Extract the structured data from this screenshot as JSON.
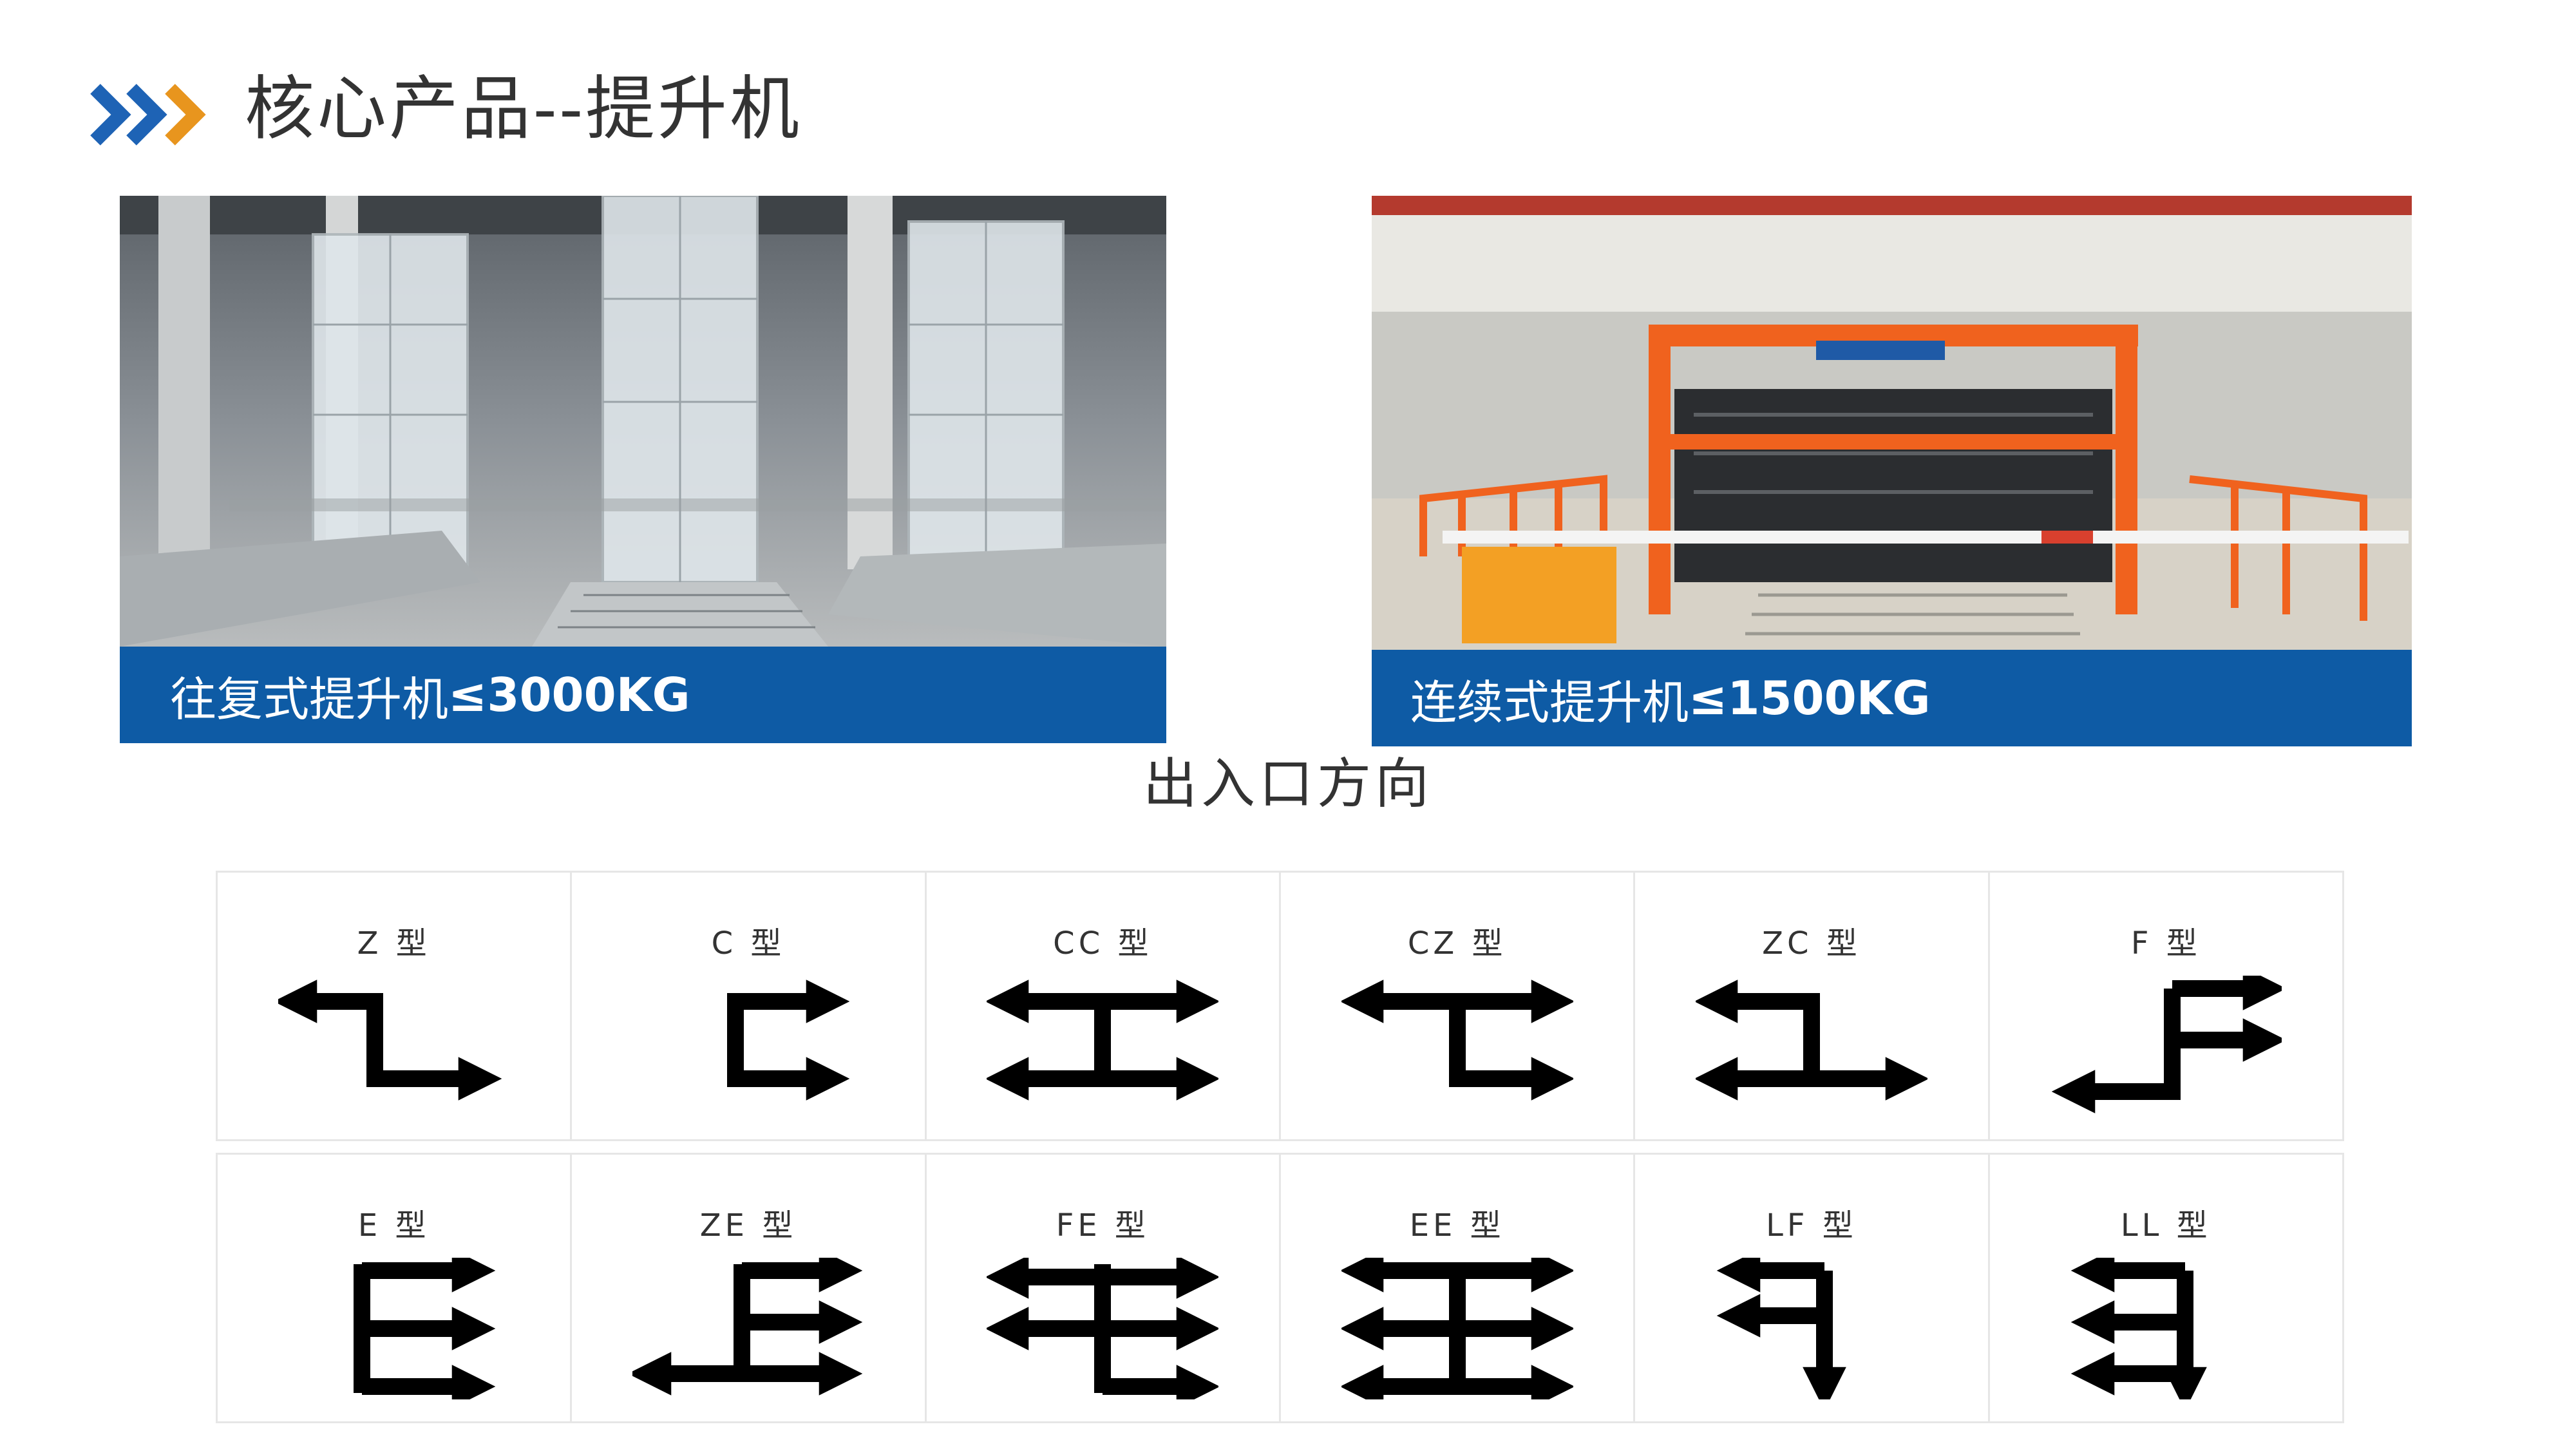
{
  "header": {
    "title": "核心产品--提升机",
    "accent_colors": [
      "#1E63B5",
      "#E8951E"
    ]
  },
  "photos": [
    {
      "caption_prefix": "往复式提升机",
      "caption_value": "≤3000KG"
    },
    {
      "caption_prefix": "连续式提升机",
      "caption_value": "≤1500KG"
    }
  ],
  "section": {
    "title": "出入口方向"
  },
  "types": [
    {
      "label": "Z 型",
      "icon": "z-type-arrow-icon"
    },
    {
      "label": "C 型",
      "icon": "c-type-arrow-icon"
    },
    {
      "label": "CC 型",
      "icon": "cc-type-arrow-icon"
    },
    {
      "label": "CZ 型",
      "icon": "cz-type-arrow-icon"
    },
    {
      "label": "ZC 型",
      "icon": "zc-type-arrow-icon"
    },
    {
      "label": "F 型",
      "icon": "f-type-arrow-icon"
    },
    {
      "label": "E 型",
      "icon": "e-type-arrow-icon"
    },
    {
      "label": "ZE 型",
      "icon": "ze-type-arrow-icon"
    },
    {
      "label": "FE 型",
      "icon": "fe-type-arrow-icon"
    },
    {
      "label": "EE 型",
      "icon": "ee-type-arrow-icon"
    },
    {
      "label": "LF 型",
      "icon": "lf-type-arrow-icon"
    },
    {
      "label": "LL 型",
      "icon": "ll-type-arrow-icon"
    }
  ],
  "theme": {
    "caption_bar": "#0E5BA5",
    "frame_orange": "#F0621E"
  }
}
